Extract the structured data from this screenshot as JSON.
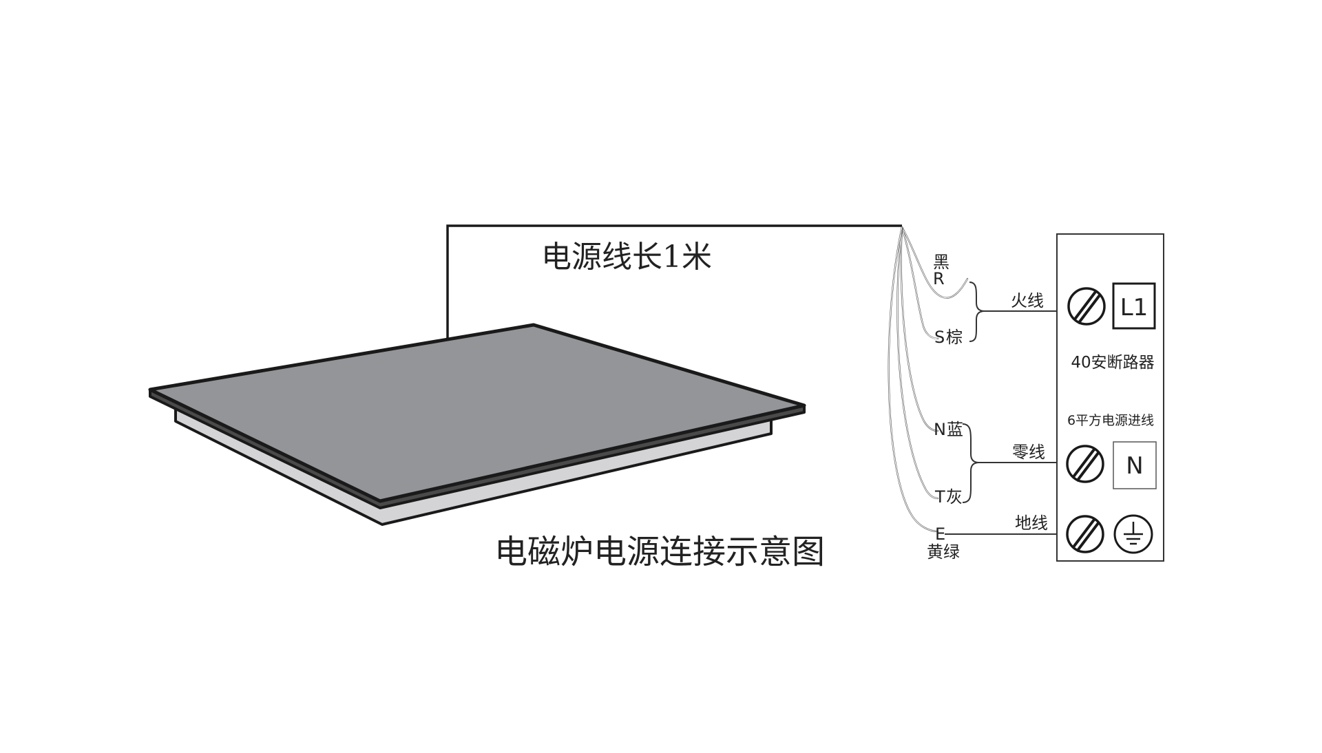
{
  "title": "电磁炉电源连接示意图",
  "cable_label": "电源线长1米",
  "wires": {
    "r": {
      "letter": "R",
      "color": "黑"
    },
    "s": {
      "letter": "S",
      "color": "棕"
    },
    "n": {
      "letter": "N",
      "color": "蓝"
    },
    "t": {
      "letter": "T",
      "color": "灰"
    },
    "e": {
      "letter": "E",
      "color": "黄绿"
    }
  },
  "groups": {
    "live": "火线",
    "neutral": "零线",
    "ground": "地线"
  },
  "panel": {
    "l1_label": "L1",
    "n_label": "N",
    "breaker": "40安断路器",
    "supply": "6平方电源进线"
  },
  "colors": {
    "cooktop_top": "#939598",
    "cooktop_side": "#d4d4d6",
    "outline": "#1a1a1a",
    "background": "#ffffff"
  }
}
